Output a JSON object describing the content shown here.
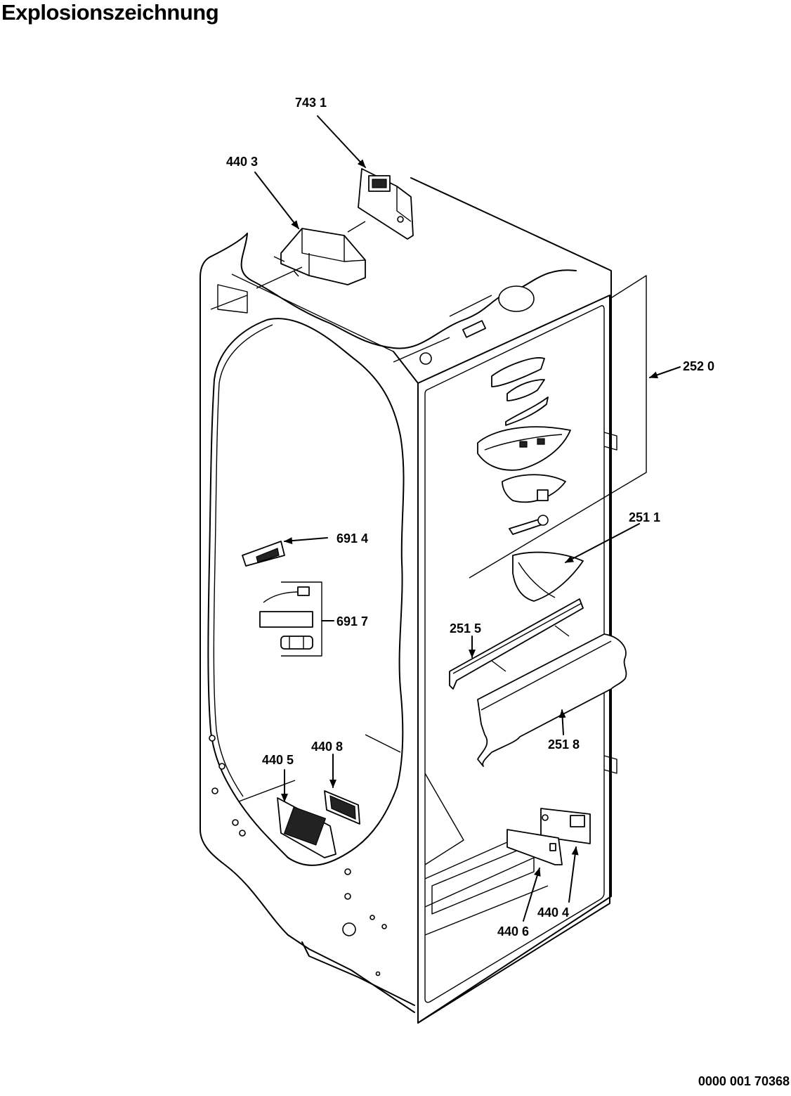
{
  "title": "Explosionszeichnung",
  "document_number": "0000 001 70368",
  "callouts": [
    {
      "id": "743-1",
      "text": "743 1"
    },
    {
      "id": "440-3",
      "text": "440 3"
    },
    {
      "id": "252-0",
      "text": "252 0"
    },
    {
      "id": "251-1",
      "text": "251 1"
    },
    {
      "id": "691-4",
      "text": "691 4"
    },
    {
      "id": "691-7",
      "text": "691 7"
    },
    {
      "id": "251-5",
      "text": "251 5"
    },
    {
      "id": "251-8",
      "text": "251 8"
    },
    {
      "id": "440-8",
      "text": "440 8"
    },
    {
      "id": "440-5",
      "text": "440 5"
    },
    {
      "id": "440-4",
      "text": "440 4"
    },
    {
      "id": "440-6",
      "text": "440 6"
    }
  ]
}
